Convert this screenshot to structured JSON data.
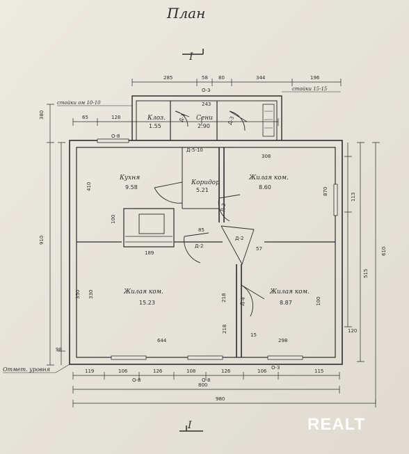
{
  "title": "План",
  "section_mark": "I",
  "watermark": "REALT",
  "rooms": [
    {
      "id": "kitchen",
      "name": "Кухня",
      "area": "9.58"
    },
    {
      "id": "living_ne",
      "name": "Жилая ком.",
      "area": "8.60"
    },
    {
      "id": "corridor",
      "name": "Коридор",
      "area": "5.21"
    },
    {
      "id": "toilet",
      "name": "Клоз.",
      "area": "1.55"
    },
    {
      "id": "vestibule",
      "name": "Сени",
      "area": "2.90"
    },
    {
      "id": "living_sw",
      "name": "Жилая ком.",
      "area": "15.23"
    },
    {
      "id": "living_se",
      "name": "Жилая ком.",
      "area": "8.87"
    }
  ],
  "notes": {
    "pillars_left": "стойки ом 10-10",
    "pillars_right": "стойки 15-15",
    "ground_mark": "Отмет. уровня"
  },
  "doors": [
    "Д-3",
    "Д-1",
    "Д-2",
    "Д-2",
    "Д-2",
    "Д-4",
    "Д-5-10"
  ],
  "windows": [
    "О-3",
    "О-8",
    "О-8",
    "О-8",
    "О-3"
  ],
  "dims_top": [
    "285",
    "58",
    "80",
    "344",
    "196"
  ],
  "dims_top2": [
    "65",
    "128",
    "243",
    "308"
  ],
  "dims_bottom": [
    "119",
    "106",
    "126",
    "108",
    "126",
    "106",
    "115"
  ],
  "dims_total": [
    "800",
    "980"
  ],
  "dims_left": [
    "380",
    "910",
    "350",
    "98"
  ],
  "dims_right": [
    "870",
    "610",
    "113",
    "515",
    "120"
  ],
  "dims_inner": [
    "410",
    "100",
    "189",
    "85",
    "57",
    "644",
    "218",
    "298",
    "100",
    "330",
    "218",
    "15"
  ]
}
